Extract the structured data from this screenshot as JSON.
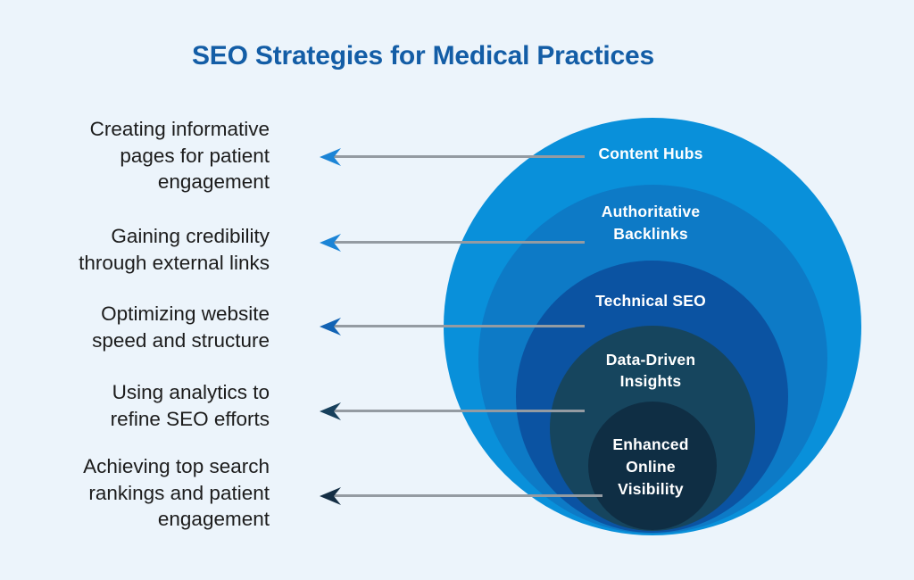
{
  "title": "SEO Strategies for Medical Practices",
  "background_color": "#ecf4fb",
  "title_color": "#135da6",
  "arrow_line_color": "#949ba2",
  "rings": [
    {
      "name": "content-hubs",
      "label": "Content Hubs",
      "color": "#0990da"
    },
    {
      "name": "authoritative-backlinks",
      "label": "Authoritative\nBacklinks",
      "color": "#0d7ac6"
    },
    {
      "name": "technical-seo",
      "label": "Technical SEO",
      "color": "#0b53a2"
    },
    {
      "name": "data-driven-insights",
      "label": "Data-Driven\nInsights",
      "color": "#16455e"
    },
    {
      "name": "enhanced-online-visibility",
      "label": "Enhanced\nOnline\nVisibility",
      "color": "#0f2e44"
    }
  ],
  "items": [
    {
      "label": "Creating informative\npages for patient\nengagement",
      "arrow_color": "#1b84d6"
    },
    {
      "label": "Gaining credibility\nthrough external links",
      "arrow_color": "#1b84d6"
    },
    {
      "label": "Optimizing website\nspeed and structure",
      "arrow_color": "#1263b4"
    },
    {
      "label": "Using analytics to\nrefine SEO efforts",
      "arrow_color": "#17405c"
    },
    {
      "label": "Achieving top search\nrankings and patient\nengagement",
      "arrow_color": "#142e44"
    }
  ]
}
